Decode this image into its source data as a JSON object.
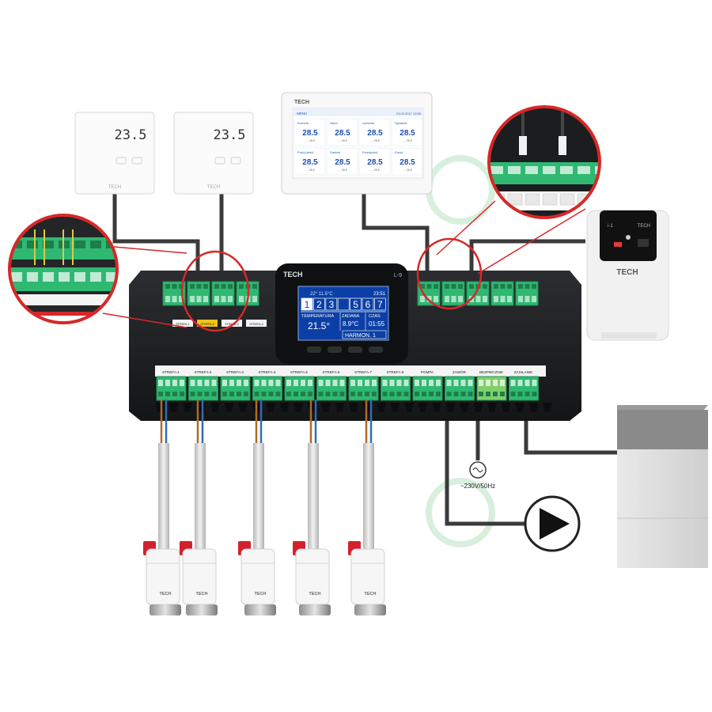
{
  "brand": "TECH",
  "thermostats": [
    {
      "reading": "23.5",
      "brand": "TECH"
    },
    {
      "reading": "23.5",
      "brand": "TECH"
    }
  ],
  "panel": {
    "brand": "TECH",
    "header_left": "MENU",
    "header_right": "03.03.2017 13:55",
    "zones": [
      {
        "name": "Kuchnia",
        "value": "28.5",
        "sub": "→ 28.5"
      },
      {
        "name": "Salon",
        "value": "28.5",
        "sub": "→ 28.5"
      },
      {
        "name": "Łazienka",
        "value": "28.5",
        "sub": "→ 28.5"
      },
      {
        "name": "Sypialnia",
        "value": "28.5",
        "sub": "→ 28.5"
      },
      {
        "name": "Pokój dzieci",
        "value": "28.5",
        "sub": "→ 28.5"
      },
      {
        "name": "Gabinet",
        "value": "28.5",
        "sub": "→ 28.5"
      },
      {
        "name": "Przedpokój",
        "value": "28.5",
        "sub": "→ 28.5"
      },
      {
        "name": "Garaż",
        "value": "28.5",
        "sub": "→ 28.5"
      }
    ]
  },
  "controller": {
    "brand": "TECH",
    "model": "L-9",
    "lcd": {
      "status_icons": "22°  11.5°C",
      "time": "23:51",
      "zone_digits": [
        "1",
        "2",
        "3",
        " ",
        "5",
        "6",
        "7"
      ],
      "temp_label": "TEMPERATURA",
      "temp_value": "21.5°",
      "set_label": "ZADANA",
      "set_value": "8.9°C",
      "time_label": "CZAS",
      "time_value": "01:55",
      "mode": "HARMON. 1"
    },
    "terminal_labels": [
      "STREFA-1",
      "STREFA-2",
      "STREFA-3",
      "STREFA-4",
      "STREFA-5",
      "STREFA-6",
      "STREFA-7",
      "STREFA-8",
      "POMPA",
      "ZAWÓR",
      "BEZPIECZNIK",
      "ZASILANIE"
    ],
    "top_labels": [
      "STREFA-1",
      "STREFA-2",
      "STREFA-3",
      "STREFA-4"
    ]
  },
  "power_label": "~230V/50Hz",
  "side_module": {
    "brand": "TECH",
    "model": "i-1"
  },
  "actuators": [
    {
      "brand": "TECH"
    },
    {
      "brand": "TECH"
    },
    {
      "brand": "TECH"
    },
    {
      "brand": "TECH"
    },
    {
      "brand": "TECH"
    }
  ],
  "colors": {
    "body": "#1d1f21",
    "terminal_green": "#2fb872",
    "callout_red": "#d62828",
    "lcd_blue": "#0b3fa6",
    "wire_dark": "#3a3a3a",
    "actuator_red": "#d4202a"
  }
}
